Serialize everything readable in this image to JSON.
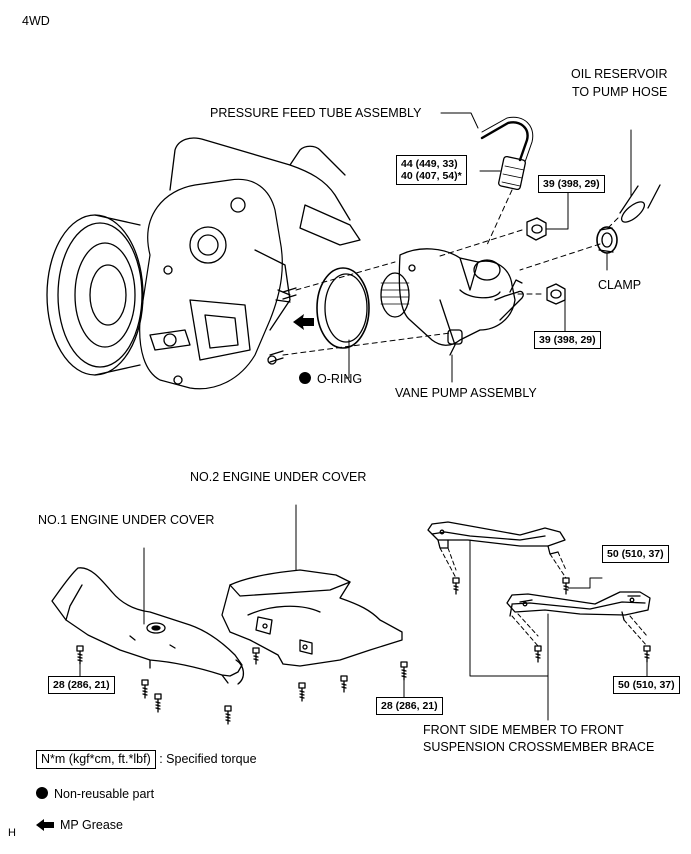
{
  "header": {
    "title": "4WD"
  },
  "footer": {
    "code": "H"
  },
  "labels": {
    "oil_reservoir_line1": "OIL RESERVOIR",
    "oil_reservoir_line2": "TO PUMP HOSE",
    "pressure_feed": "PRESSURE FEED TUBE ASSEMBLY",
    "clamp": "CLAMP",
    "o_ring": "O-RING",
    "vane_pump": "VANE PUMP ASSEMBLY",
    "no2_cover": "NO.2 ENGINE UNDER COVER",
    "no1_cover": "NO.1 ENGINE UNDER COVER",
    "brace_line1": "FRONT SIDE MEMBER TO FRONT",
    "brace_line2": "SUSPENSION CROSSMEMBER BRACE"
  },
  "torques": {
    "tube_line1": "44 (449, 33)",
    "tube_line2": "40 (407, 54)*",
    "nut_upper": "39 (398, 29)",
    "nut_lower": "39 (398, 29)",
    "cover_left": "28 (286, 21)",
    "cover_right": "28 (286, 21)",
    "brace_upper": "50 (510, 37)",
    "brace_lower": "50 (510, 37)"
  },
  "legend": {
    "torque_unit": "N*m (kgf*cm, ft.*lbf)",
    "torque_desc": ": Specified torque",
    "non_reusable": "Non-reusable part",
    "mp_grease": "MP Grease"
  }
}
